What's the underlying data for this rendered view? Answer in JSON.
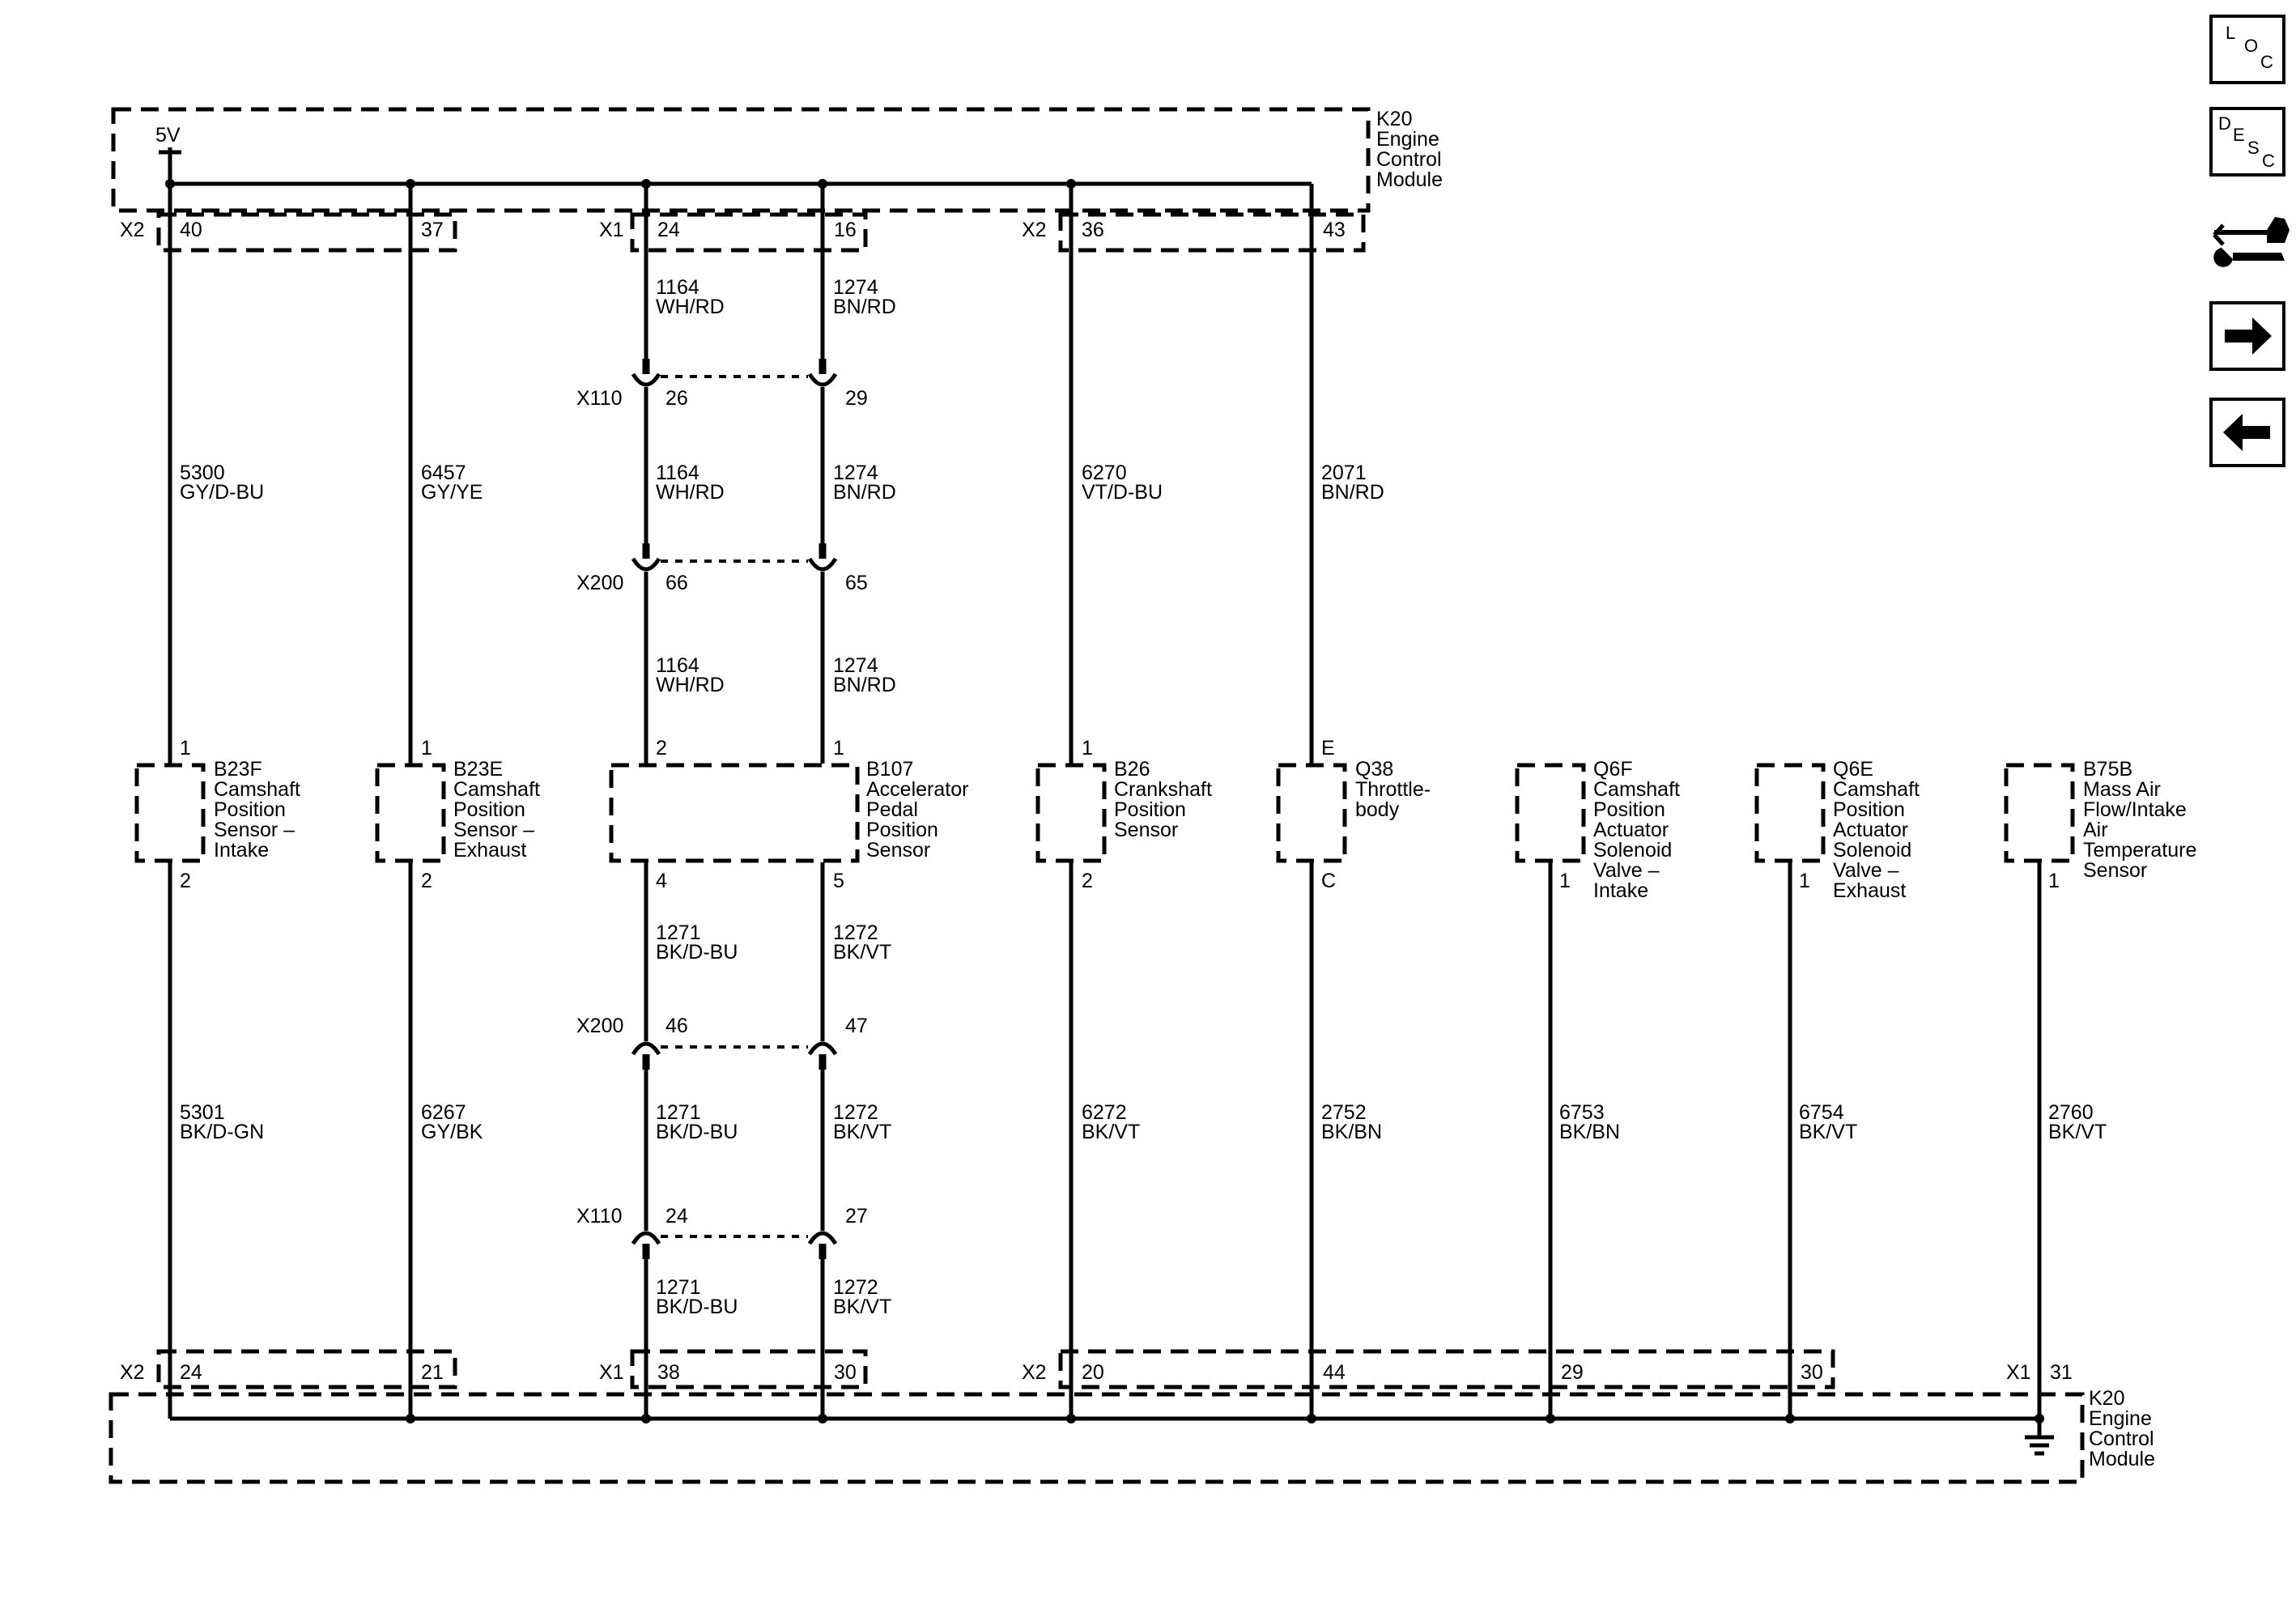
{
  "top_module": {
    "id": "K20",
    "lines": [
      "Engine",
      "Control",
      "Module"
    ],
    "supply": "5V"
  },
  "bottom_module": {
    "id": "K20",
    "lines": [
      "Engine",
      "Control",
      "Module"
    ]
  },
  "top_connectors": [
    {
      "name": "X2",
      "pins": [
        "40",
        "37"
      ]
    },
    {
      "name": "X1",
      "pins": [
        "24",
        "16"
      ]
    },
    {
      "name": "X2",
      "pins": [
        "36",
        "43"
      ]
    }
  ],
  "bottom_connectors": [
    {
      "name": "X2",
      "pins": [
        "24",
        "21"
      ]
    },
    {
      "name": "X1",
      "pins": [
        "38",
        "30"
      ]
    },
    {
      "name": "X2",
      "pins": [
        "20",
        "44",
        "29",
        "30"
      ]
    },
    {
      "name": "X1",
      "pins": [
        "31"
      ]
    }
  ],
  "wires": [
    {
      "circuit": "5300",
      "color": "GY/D-BU"
    },
    {
      "circuit": "6457",
      "color": "GY/YE"
    },
    {
      "circuit": "1164",
      "color": "WH/RD"
    },
    {
      "circuit": "1274",
      "color": "BN/RD"
    },
    {
      "circuit": "6270",
      "color": "VT/D-BU"
    },
    {
      "circuit": "2071",
      "color": "BN/RD"
    },
    {
      "circuit": "5301",
      "color": "BK/D-GN"
    },
    {
      "circuit": "6267",
      "color": "GY/BK"
    },
    {
      "circuit": "1271",
      "color": "BK/D-BU"
    },
    {
      "circuit": "1272",
      "color": "BK/VT"
    },
    {
      "circuit": "6272",
      "color": "BK/VT"
    },
    {
      "circuit": "2752",
      "color": "BK/BN"
    },
    {
      "circuit": "6753",
      "color": "BK/BN"
    },
    {
      "circuit": "6754",
      "color": "BK/VT"
    },
    {
      "circuit": "2760",
      "color": "BK/VT"
    }
  ],
  "inline_connectors": [
    {
      "name": "X110",
      "pins": [
        "26",
        "29"
      ]
    },
    {
      "name": "X200",
      "pins": [
        "66",
        "65"
      ]
    },
    {
      "name": "X200",
      "pins": [
        "46",
        "47"
      ]
    },
    {
      "name": "X110",
      "pins": [
        "24",
        "27"
      ]
    }
  ],
  "components": [
    {
      "id": "B23F",
      "lines": [
        "Camshaft",
        "Position",
        "Sensor –",
        "Intake"
      ],
      "top_pin": "1",
      "bottom_pin": "2"
    },
    {
      "id": "B23E",
      "lines": [
        "Camshaft",
        "Position",
        "Sensor –",
        "Exhaust"
      ],
      "top_pin": "1",
      "bottom_pin": "2"
    },
    {
      "id": "B107",
      "lines": [
        "Accelerator",
        "Pedal",
        "Position",
        "Sensor"
      ],
      "top_pins": [
        "2",
        "1"
      ],
      "bottom_pins": [
        "4",
        "5"
      ]
    },
    {
      "id": "B26",
      "lines": [
        "Crankshaft",
        "Position",
        "Sensor"
      ],
      "top_pin": "1",
      "bottom_pin": "2"
    },
    {
      "id": "Q38",
      "lines": [
        "Throttle-",
        "body"
      ],
      "top_pin": "E",
      "bottom_pin": "C"
    },
    {
      "id": "Q6F",
      "lines": [
        "Camshaft",
        "Position",
        "Actuator",
        "Solenoid",
        "Valve –",
        "Intake"
      ],
      "bottom_pin": "1"
    },
    {
      "id": "Q6E",
      "lines": [
        "Camshaft",
        "Position",
        "Actuator",
        "Solenoid",
        "Valve –",
        "Exhaust"
      ],
      "bottom_pin": "1"
    },
    {
      "id": "B75B",
      "lines": [
        "Mass Air",
        "Flow/Intake",
        "Air",
        "Temperature",
        "Sensor"
      ],
      "bottom_pin": "1"
    }
  ],
  "nav": {
    "loc": [
      "L",
      "O",
      "C"
    ],
    "desc": [
      "D",
      "E",
      "S",
      "C"
    ],
    "icons": [
      "connector-repair-icon",
      "arrow-right-icon",
      "arrow-left-icon"
    ]
  }
}
